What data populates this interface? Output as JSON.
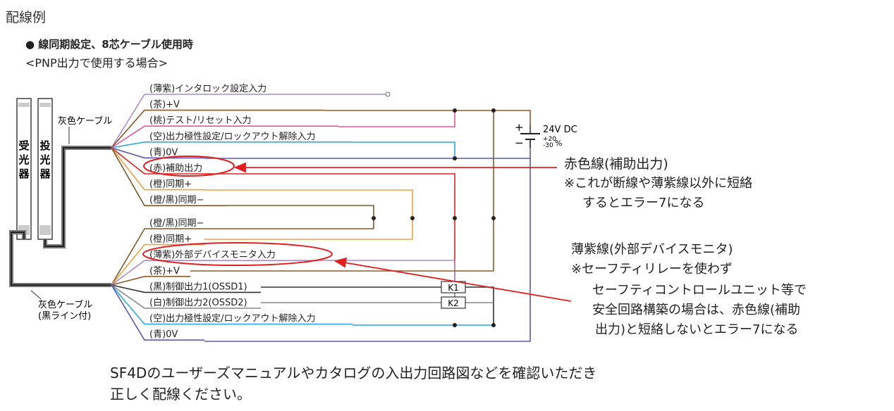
{
  "title": "配線例",
  "subtitle": "● 線同期設定、8芯ケーブル使用時",
  "mode": "<PNP出力で使用する場合>",
  "sensors": {
    "receiver": "受光器",
    "emitter": "投光器"
  },
  "cables": {
    "top": "灰色ケーブル",
    "bottom_line1": "灰色ケーブル",
    "bottom_line2": "(黒ライン付)"
  },
  "wires_top": [
    {
      "label": "(薄紫)インタロック設定入力",
      "color": "#a98bc7"
    },
    {
      "label": "(茶)+V",
      "color": "#8a5a2b"
    },
    {
      "label": "(桃)テスト/リセット入力",
      "color": "#e8559a"
    },
    {
      "label": "(空)出力極性設定/ロックアウト解除入力",
      "color": "#2fa6df"
    },
    {
      "label": "(青)0V",
      "color": "#5a5aa8"
    },
    {
      "label": "(赤)補助出力",
      "color": "#e02020"
    },
    {
      "label": "(橙)同期+",
      "color": "#f0a040"
    },
    {
      "label": "(橙/黒)同期−",
      "color": "#7a5a2a"
    }
  ],
  "wires_bottom": [
    {
      "label": "(橙/黒)同期−",
      "color": "#7a5a2a"
    },
    {
      "label": "(橙)同期+",
      "color": "#f0a040"
    },
    {
      "label": "(薄紫)外部デバイスモニタ入力",
      "color": "#a98bc7"
    },
    {
      "label": "(茶)+V",
      "color": "#8a5a2b"
    },
    {
      "label": "(黒)制御出力1(OSSD1)",
      "color": "#333333"
    },
    {
      "label": "(白)制御出力2(OSSD2)",
      "color": "#888888"
    },
    {
      "label": "(空)出力極性設定/ロックアウト解除入力",
      "color": "#2fa6df"
    },
    {
      "label": "(青)0V",
      "color": "#5a5aa8"
    }
  ],
  "power": {
    "plus": "+",
    "minus": "−",
    "voltage": "24V DC",
    "tol_plus": "+20",
    "tol_minus": "-30",
    "percent": "%"
  },
  "relays": {
    "k1": "K1",
    "k2": "K2"
  },
  "notes": {
    "red_title": "赤色線(補助出力)",
    "red_line1": "※これが断線や薄紫線以外に短絡",
    "red_line2": "するとエラー7になる",
    "purple_title": "薄紫線(外部デバイスモニタ)",
    "purple_line1": "※セーフティリレーを使わず",
    "purple_line2": "セーフティコントロールユニット等で",
    "purple_line3": "安全回路構築の場合は、赤色線(補助",
    "purple_line4": "出力)と短絡しないとエラー7になる"
  },
  "bottom_text": {
    "line1": "SF4Dのユーザーズマニュアルやカタログの入出力回路図などを確認いただき",
    "line2": "正しく配線ください。"
  },
  "colors": {
    "highlight": "#e02020",
    "purple": "#a98bc7",
    "brown": "#8a5a2b",
    "pink": "#e8559a",
    "sky": "#2fa6df",
    "blue": "#5a5aa8",
    "orange": "#f0a040",
    "dark": "#333333"
  }
}
